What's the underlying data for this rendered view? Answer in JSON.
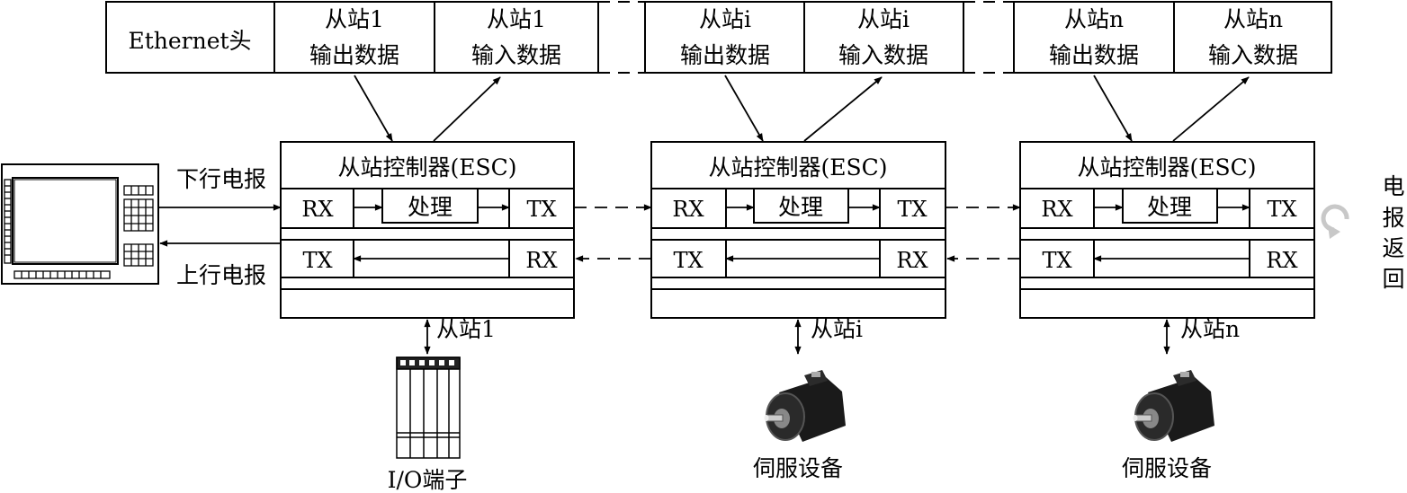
{
  "frame": {
    "header": "Ethernet头",
    "slave1_out": [
      "从站1",
      "输出数据"
    ],
    "slave1_in": [
      "从站1",
      "输入数据"
    ],
    "slavei_out": [
      "从站i",
      "输出数据"
    ],
    "slavei_in": [
      "从站i",
      "输入数据"
    ],
    "slaven_out": [
      "从站n",
      "输出数据"
    ],
    "slaven_in": [
      "从站n",
      "输入数据"
    ]
  },
  "esc": {
    "title": "从站控制器(ESC)",
    "rx": "RX",
    "tx": "TX",
    "process": "处理"
  },
  "master": {
    "downlink": "下行电报",
    "uplink": "上行电报"
  },
  "return_label": [
    "电",
    "报",
    "返",
    "回"
  ],
  "slaves": {
    "s1": "从站1",
    "si": "从站i",
    "sn": "从站n"
  },
  "devices": {
    "io": "I/O端子",
    "servo_i": "伺服设备",
    "servo_n": "伺服设备"
  }
}
